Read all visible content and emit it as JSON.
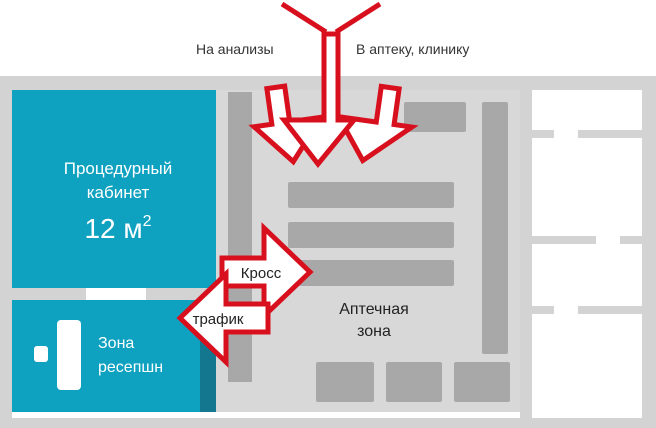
{
  "labels": {
    "to_tests": "На анализы",
    "to_pharmacy": "В аптеку, клинику",
    "procedure_room_line1": "Процедурный",
    "procedure_room_line2": "кабинет",
    "area_number": "12 м",
    "area_exp": "2",
    "reception_line1": "Зона",
    "reception_line2": "ресепшн",
    "pharmacy_line1": "Аптечная",
    "pharmacy_line2": "зона",
    "cross_line1": "Кросс",
    "cross_line2": "трафик"
  },
  "colors": {
    "wall": "#d3d3d3",
    "procedure_room": "#0fa1c0",
    "procedure_room_dark": "#13788f",
    "pharmacy_floor": "#d8d8d8",
    "shelf": "#a8a8a8",
    "arrow": "#d8101e"
  },
  "icons": {
    "reception_desk": "desk-icon",
    "reception_chair": "chair-icon"
  }
}
